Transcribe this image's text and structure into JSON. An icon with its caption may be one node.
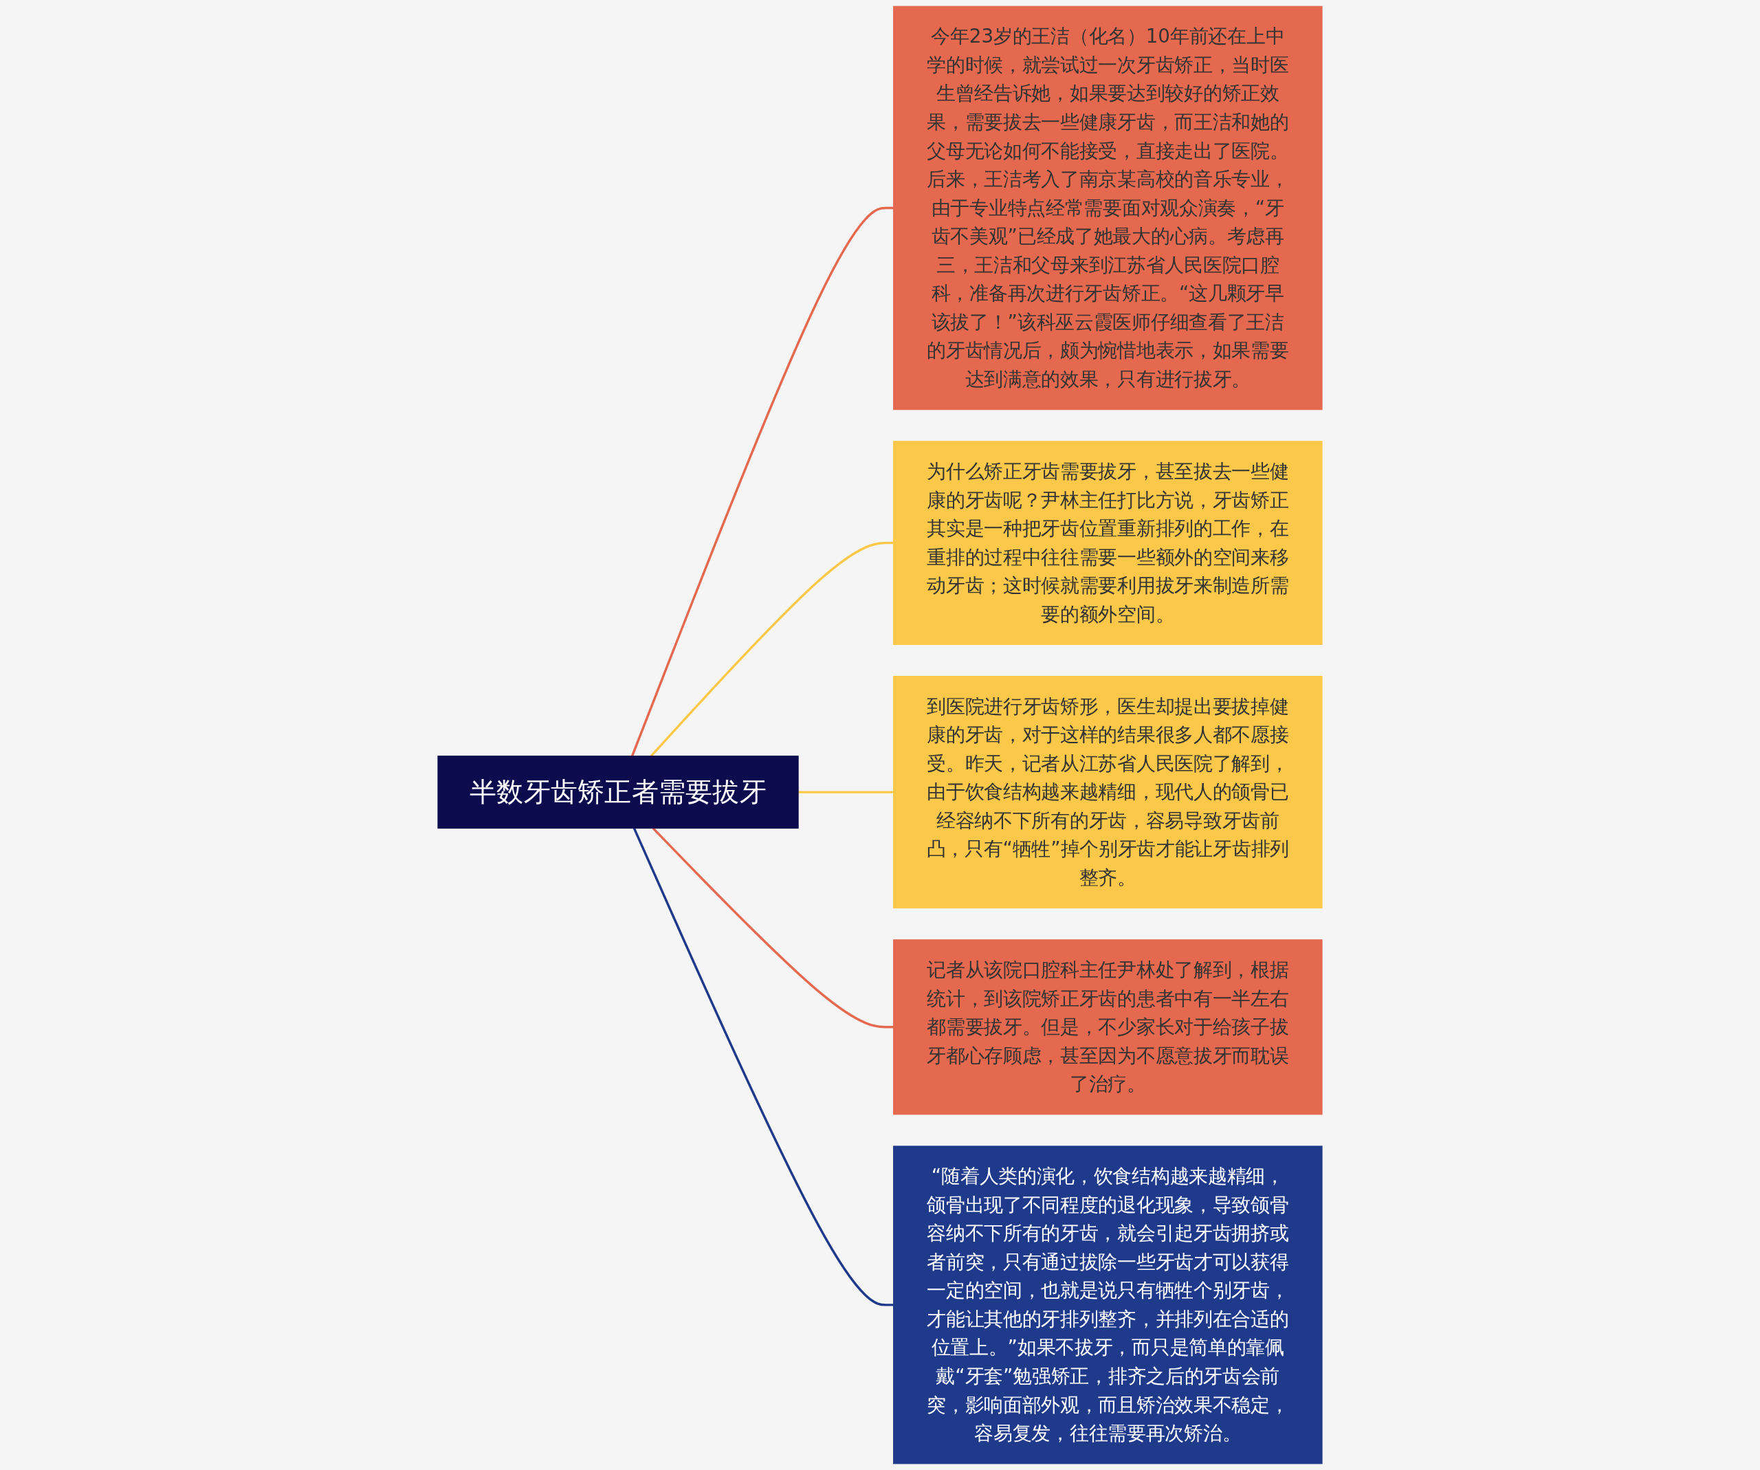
{
  "diagram": {
    "nodes": [
      {
        "text": [
          "半数牙齿矫正者需要拔牙"
        ]
      },
      {
        "text": [
          "今年23岁的王洁（化名）10年前还在上中学的时候，就尝试过一次牙齿矫正，当时医生曾经告诉她，如果要达到较好的矫正效果，需要拔去一些健康牙齿，而王洁和她的父母无论如何不能接受，直接走出了医院。后来，王洁考入了南京某高校的音乐专业，由于专业特点经常需要面对观众演奏，“牙齿不美观”已经成了她最大的心病。考虑再三，王洁和父母来到江苏省人民医院口腔科，准备再次进行牙齿矫正。“这几颗牙早该拔了！”该科巫云霞医师仔细查看了王洁的牙齿情况后，颇为惋惜地表示，如果需要达到满意的效果，只有进行拔牙。"
        ]
      },
      {
        "text": [
          "为什么矫正牙齿需要拔牙，甚至拔去一些健康的牙齿呢？尹林主任打比方说，牙齿矫正其实是一种把牙齿位置重新排列的工作，在重排的过程中往往需要一些额外的空间来移动牙齿；这时候就需要利用拔牙来制造所需要的额外空间。"
        ]
      },
      {
        "text": [
          "到医院进行牙齿矫形，医生却提出要拔掉健康的牙齿，对于这样的结果很多人都不愿接受。昨天，记者从江苏省人民医院了解到，由于饮食结构越来越精细，现代人的颌骨已经容纳不下所有的牙齿，容易导致牙齿前凸，只有“牺牲”掉个别牙齿才能让牙齿排列整齐。"
        ]
      },
      {
        "text": [
          "记者从该院口腔科主任尹林处了解到，根据统计，到该院矫正牙齿的患者中有一半左右都需要拔牙。但是，不少家长对于给孩子拔牙都心存顾虑，甚至因为不愿意拔牙而耽误了治疗。"
        ]
      },
      {
        "text": [
          "“随着人类的演化，饮食结构越来越精细，颌骨出现了不同程度的退化现象，导致颌骨容纳不下所有的牙齿，就会引起牙齿拥挤或者前突，只有通过拔除一些牙齿才可以获得一定的空间，也就是说只有牺牲个别牙齿，才能让其他的牙排列整齐，并排列在合适的位置上。”如果不拔牙，而只是简单的靠佩戴“牙套”勉强矫正，排齐之后的牙齿会前突，影响面部外观，而且矫治效果不稳定，容易复发，往往需要再次矫治。"
        ]
      }
    ],
    "edges": [
      {
        "from": 0,
        "to": 1,
        "arrow": "none",
        "color": "#e5694f"
      },
      {
        "from": 0,
        "to": 2,
        "arrow": "none",
        "color": "#fcc84a"
      },
      {
        "from": 0,
        "to": 3,
        "arrow": "none",
        "color": "#fcc84a"
      },
      {
        "from": 0,
        "to": 4,
        "arrow": "none",
        "color": "#e5694f"
      },
      {
        "from": 0,
        "to": 5,
        "arrow": "none",
        "color": "#1f3a8a"
      }
    ]
  }
}
